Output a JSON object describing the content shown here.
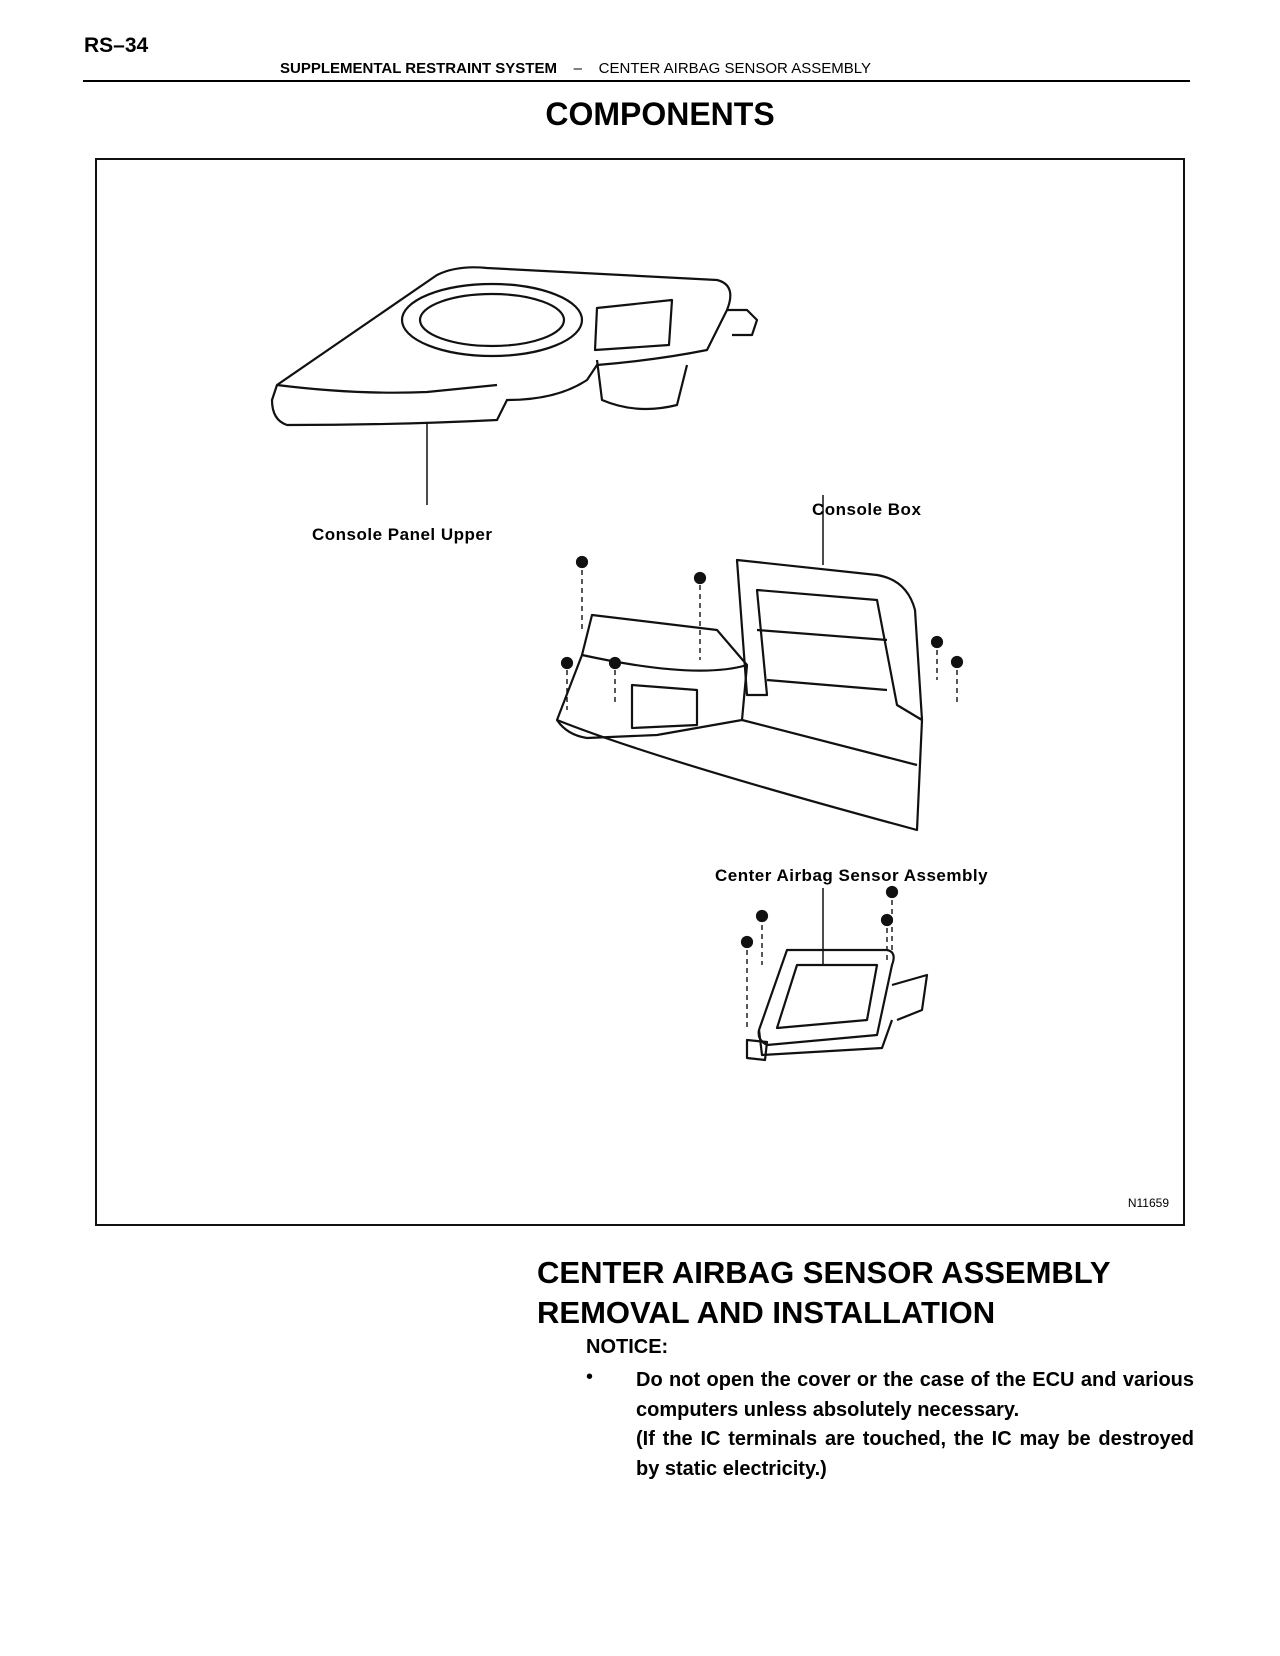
{
  "header": {
    "page_number": "RS–34",
    "section": "SUPPLEMENTAL RESTRAINT SYSTEM",
    "separator": "–",
    "subsection": "CENTER AIRBAG SENSOR ASSEMBLY"
  },
  "components": {
    "title": "COMPONENTS",
    "figure": {
      "labels": {
        "console_panel_upper": "Console Panel Upper",
        "console_box": "Console Box",
        "center_airbag_sensor_assembly": "Center Airbag Sensor Assembly"
      },
      "figure_id": "N11659"
    }
  },
  "section": {
    "title_line1": "CENTER AIRBAG SENSOR ASSEMBLY",
    "title_line2": "REMOVAL AND INSTALLATION",
    "notice_label": "NOTICE:",
    "bullet": "•",
    "notice_line1": "Do not open the cover or the case of the ECU and various computers unless absolutely necessary.",
    "notice_line2": "(If the IC terminals are touched, the IC may be destroyed by static electricity.)"
  }
}
